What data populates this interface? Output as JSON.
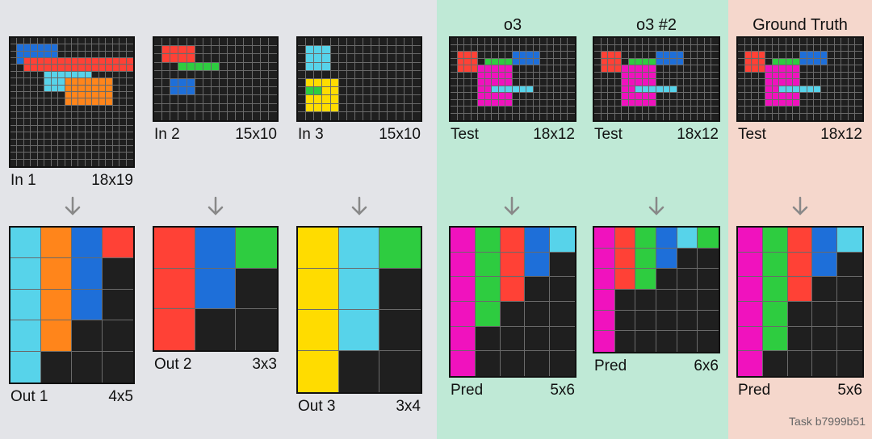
{
  "colors": {
    "0": "#1f1f1f",
    "1": "#1e6fd9",
    "2": "#ff4136",
    "3": "#2ecc40",
    "4": "#ffdc00",
    "6": "#f012be",
    "7": "#ff851b",
    "8": "#57d3ea"
  },
  "columns": {
    "o3": "o3",
    "o3_2": "o3 #2",
    "ground_truth": "Ground Truth"
  },
  "task_label": "Task b7999b51",
  "grids": [
    {
      "id": "in1",
      "label": "In 1",
      "size": "18x19",
      "rows": 19,
      "cols": 18,
      "rects": [
        [
          1,
          1,
          3,
          6,
          1
        ],
        [
          2,
          2,
          1,
          2,
          1
        ],
        [
          3,
          2,
          2,
          17,
          2
        ],
        [
          5,
          5,
          3,
          7,
          8
        ],
        [
          6,
          8,
          4,
          7,
          7
        ]
      ]
    },
    {
      "id": "in2",
      "label": "In 2",
      "size": "15x10",
      "rows": 10,
      "cols": 15,
      "rects": [
        [
          1,
          1,
          2,
          4,
          2
        ],
        [
          3,
          3,
          1,
          5,
          3
        ],
        [
          5,
          2,
          2,
          3,
          1
        ]
      ]
    },
    {
      "id": "in3",
      "label": "In 3",
      "size": "15x10",
      "rows": 10,
      "cols": 15,
      "rects": [
        [
          1,
          1,
          3,
          3,
          8
        ],
        [
          5,
          1,
          4,
          4,
          4
        ],
        [
          6,
          1,
          1,
          2,
          3
        ]
      ]
    },
    {
      "id": "test1",
      "label": "Test",
      "size": "18x12",
      "rows": 12,
      "cols": 18,
      "rects": [
        [
          2,
          1,
          3,
          3,
          2
        ],
        [
          3,
          5,
          3,
          4,
          3
        ],
        [
          2,
          9,
          2,
          4,
          1
        ],
        [
          4,
          4,
          6,
          5,
          6
        ],
        [
          7,
          6,
          1,
          6,
          8
        ]
      ]
    },
    {
      "id": "test2",
      "label": "Test",
      "size": "18x12",
      "rows": 12,
      "cols": 18,
      "rects": [
        [
          2,
          1,
          3,
          3,
          2
        ],
        [
          3,
          5,
          3,
          4,
          3
        ],
        [
          2,
          9,
          2,
          4,
          1
        ],
        [
          4,
          4,
          6,
          5,
          6
        ],
        [
          7,
          6,
          1,
          6,
          8
        ]
      ]
    },
    {
      "id": "test3",
      "label": "Test",
      "size": "18x12",
      "rows": 12,
      "cols": 18,
      "rects": [
        [
          2,
          1,
          3,
          3,
          2
        ],
        [
          3,
          5,
          3,
          4,
          3
        ],
        [
          2,
          9,
          2,
          4,
          1
        ],
        [
          4,
          4,
          6,
          5,
          6
        ],
        [
          7,
          6,
          1,
          6,
          8
        ]
      ]
    },
    {
      "id": "out1",
      "label": "Out 1",
      "size": "4x5",
      "rows": 5,
      "cols": 4,
      "cells": [
        [
          8,
          7,
          1,
          2
        ],
        [
          8,
          7,
          1,
          0
        ],
        [
          8,
          7,
          1,
          0
        ],
        [
          8,
          7,
          0,
          0
        ],
        [
          8,
          0,
          0,
          0
        ]
      ]
    },
    {
      "id": "out2",
      "label": "Out 2",
      "size": "3x3",
      "rows": 3,
      "cols": 3,
      "cells": [
        [
          2,
          1,
          3
        ],
        [
          2,
          1,
          0
        ],
        [
          2,
          0,
          0
        ]
      ]
    },
    {
      "id": "out3",
      "label": "Out 3",
      "size": "3x4",
      "rows": 4,
      "cols": 3,
      "cells": [
        [
          4,
          8,
          3
        ],
        [
          4,
          8,
          0
        ],
        [
          4,
          8,
          0
        ],
        [
          4,
          0,
          0
        ]
      ]
    },
    {
      "id": "pred1",
      "label": "Pred",
      "size": "5x6",
      "rows": 6,
      "cols": 5,
      "cells": [
        [
          6,
          3,
          2,
          1,
          8
        ],
        [
          6,
          3,
          2,
          1,
          0
        ],
        [
          6,
          3,
          2,
          0,
          0
        ],
        [
          6,
          3,
          0,
          0,
          0
        ],
        [
          6,
          0,
          0,
          0,
          0
        ],
        [
          6,
          0,
          0,
          0,
          0
        ]
      ]
    },
    {
      "id": "pred2",
      "label": "Pred",
      "size": "6x6",
      "rows": 6,
      "cols": 6,
      "cells": [
        [
          6,
          2,
          3,
          1,
          8,
          3
        ],
        [
          6,
          2,
          3,
          1,
          0,
          0
        ],
        [
          6,
          2,
          3,
          0,
          0,
          0
        ],
        [
          6,
          0,
          0,
          0,
          0,
          0
        ],
        [
          6,
          0,
          0,
          0,
          0,
          0
        ],
        [
          6,
          0,
          0,
          0,
          0,
          0
        ]
      ]
    },
    {
      "id": "gt",
      "label": "Pred",
      "size": "5x6",
      "rows": 6,
      "cols": 5,
      "cells": [
        [
          6,
          3,
          2,
          1,
          8
        ],
        [
          6,
          3,
          2,
          1,
          0
        ],
        [
          6,
          3,
          2,
          0,
          0
        ],
        [
          6,
          3,
          0,
          0,
          0
        ],
        [
          6,
          3,
          0,
          0,
          0
        ],
        [
          6,
          0,
          0,
          0,
          0
        ]
      ]
    }
  ]
}
